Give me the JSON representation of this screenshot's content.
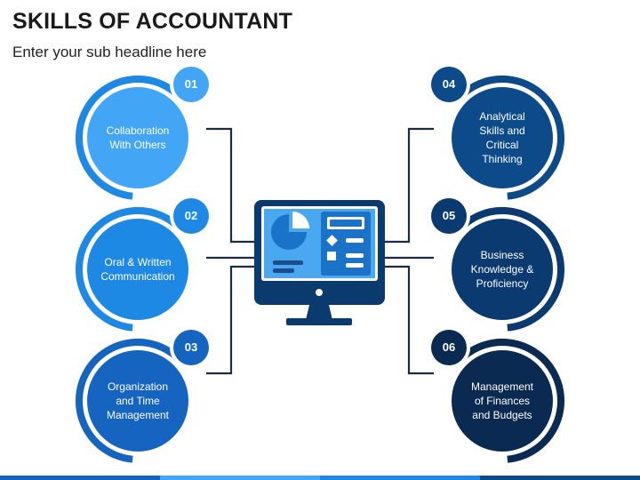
{
  "header": {
    "title": "SKILLS OF ACCOUNTANT",
    "subtitle": "Enter your sub headline here"
  },
  "colors": {
    "line": "#1b2b45",
    "monitor_bezel": "#0b3b6e",
    "monitor_screen": "#4aa8f0",
    "monitor_panel": "#1a73c9",
    "monitor_stand": "#0b3b6e"
  },
  "skills": [
    {
      "number": "01",
      "label": "Collaboration\nWith Others",
      "fill": "#42a5f5",
      "ring": "#1e88e5",
      "badge": "#42a5f5"
    },
    {
      "number": "02",
      "label": "Oral & Written\nCommunication",
      "fill": "#1e88e5",
      "ring": "#1e88e5",
      "badge": "#1e88e5"
    },
    {
      "number": "03",
      "label": "Organization\nand Time\nManagement",
      "fill": "#1565c0",
      "ring": "#1565c0",
      "badge": "#1565c0"
    },
    {
      "number": "04",
      "label": "Analytical\nSkills and\nCritical\nThinking",
      "fill": "#0d4a8a",
      "ring": "#0d4a8a",
      "badge": "#0d4a8a"
    },
    {
      "number": "05",
      "label": "Business\nKnowledge &\nProficiency",
      "fill": "#0b3a70",
      "ring": "#0b3a70",
      "badge": "#0b3a70"
    },
    {
      "number": "06",
      "label": "Management\nof Finances\nand Budgets",
      "fill": "#0a2a52",
      "ring": "#0a2a52",
      "badge": "#0a2a52"
    }
  ],
  "footer_colors": [
    "#1565c0",
    "#42a5f5",
    "#1e88e5",
    "#0d4a8a"
  ]
}
